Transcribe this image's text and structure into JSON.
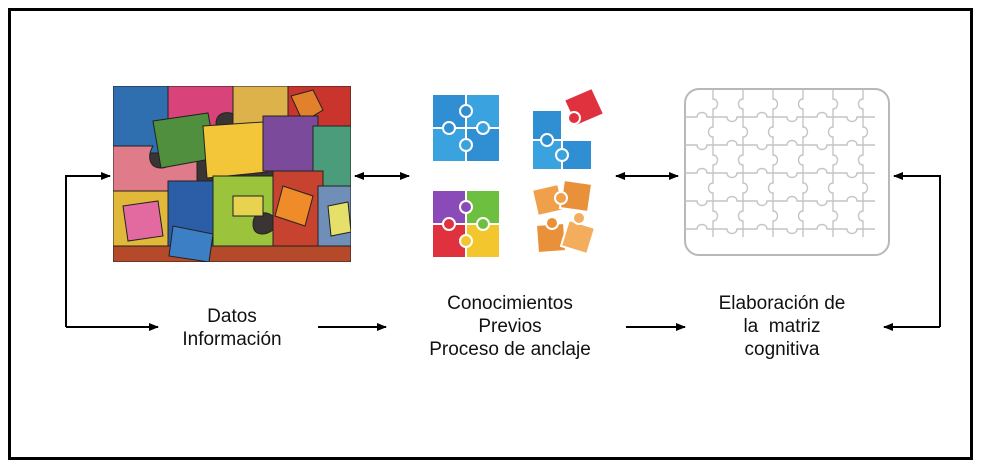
{
  "labels": {
    "col1": [
      "Datos",
      "Información"
    ],
    "col2": [
      "Conocimientos",
      "Previos",
      "Proceso de anclaje"
    ],
    "col3": [
      "Elaboración de",
      "la  matriz",
      "cognitiva"
    ]
  },
  "images": {
    "left": "colorful-puzzle-pieces-image",
    "middle": "four-puzzle-groups-image",
    "right": "blank-jigsaw-grid-image"
  },
  "colors": {
    "border": "#000000",
    "arrow": "#000000",
    "text": "#111111"
  }
}
